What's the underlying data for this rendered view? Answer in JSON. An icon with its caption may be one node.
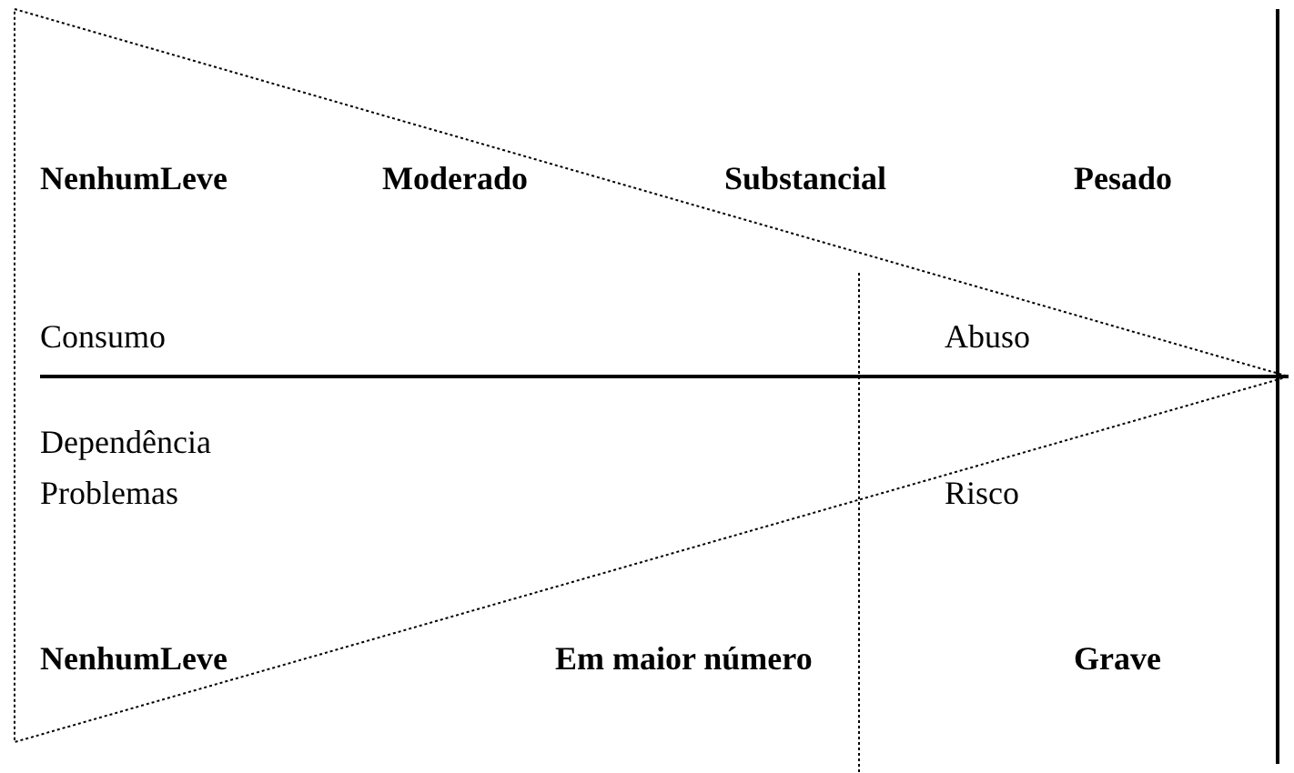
{
  "diagram": {
    "labels": [
      "NenhumLeve",
      "Moderado",
      "Substancial",
      "Pesado",
      "Consumo",
      "Abuso",
      "Dependência",
      "Problemas",
      "Risco",
      "NenhumLeve",
      "Em maior número",
      "Grave"
    ]
  }
}
